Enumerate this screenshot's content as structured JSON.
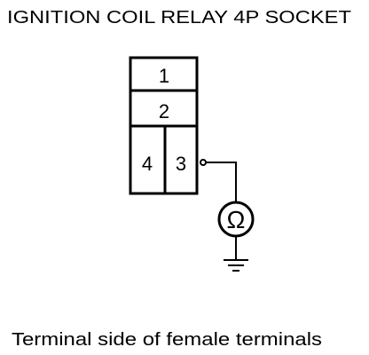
{
  "title": "IGNITION COIL RELAY 4P SOCKET",
  "socket": {
    "terminals": [
      "1",
      "2",
      "4",
      "3"
    ]
  },
  "meter": {
    "symbol": "Ω",
    "probe_terminal": "3"
  },
  "ground_icon": "ground-symbol",
  "caption": "Terminal side of female terminals"
}
